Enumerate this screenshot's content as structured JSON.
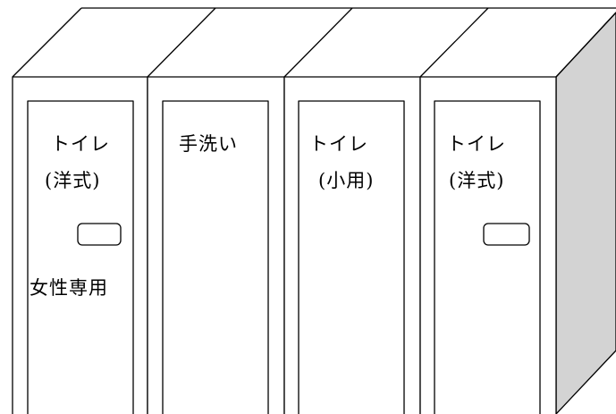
{
  "colors": {
    "line": "#000000",
    "background": "#ffffff",
    "side_face": "#d3d3d3"
  },
  "booths": [
    {
      "name": "booth-1",
      "label_line1": "トイレ",
      "label_line2": "(洋式)",
      "sign": "女性専用",
      "has_handle": true
    },
    {
      "name": "booth-2",
      "label_line1": "手洗い",
      "has_handle": false
    },
    {
      "name": "booth-3",
      "label_line1": "トイレ",
      "label_line2": "(小用)",
      "has_handle": false
    },
    {
      "name": "booth-4",
      "label_line1": "トイレ",
      "label_line2": "(洋式)",
      "has_handle": true
    }
  ]
}
